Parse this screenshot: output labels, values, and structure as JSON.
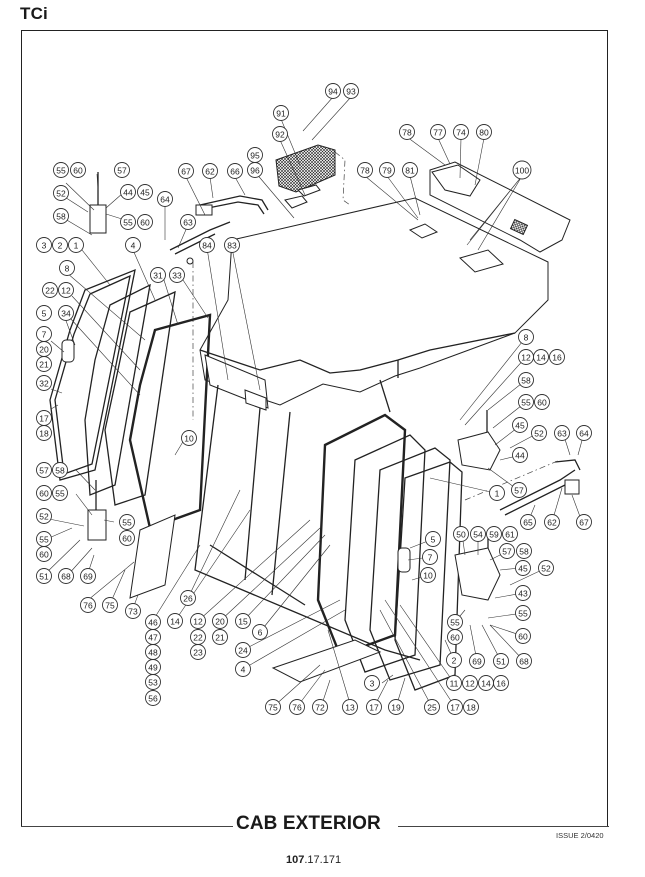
{
  "header": {
    "model": "TCi"
  },
  "footer": {
    "title": "CAB EXTERIOR",
    "issue": "ISSUE 2/0420",
    "page_number_bold": "107",
    "page_number_rest": ".17.171"
  },
  "diagram": {
    "subject": "Cab exterior exploded parts view",
    "callouts": [
      {
        "id": "c94",
        "label": "94"
      },
      {
        "id": "c93",
        "label": "93"
      },
      {
        "id": "c91",
        "label": "91"
      },
      {
        "id": "c92",
        "label": "92"
      },
      {
        "id": "c95",
        "label": "95"
      },
      {
        "id": "c96",
        "label": "96"
      },
      {
        "id": "c67a",
        "label": "67"
      },
      {
        "id": "c62a",
        "label": "62"
      },
      {
        "id": "c66",
        "label": "66"
      },
      {
        "id": "c64a",
        "label": "64"
      },
      {
        "id": "c63a",
        "label": "63"
      },
      {
        "id": "c84",
        "label": "84"
      },
      {
        "id": "c83",
        "label": "83"
      },
      {
        "id": "c78a",
        "label": "78"
      },
      {
        "id": "c77",
        "label": "77"
      },
      {
        "id": "c74",
        "label": "74"
      },
      {
        "id": "c80",
        "label": "80"
      },
      {
        "id": "c78b",
        "label": "78"
      },
      {
        "id": "c79",
        "label": "79"
      },
      {
        "id": "c81",
        "label": "81"
      },
      {
        "id": "c100",
        "label": "100"
      },
      {
        "id": "c55a",
        "label": "55"
      },
      {
        "id": "c60a",
        "label": "60"
      },
      {
        "id": "c57a",
        "label": "57"
      },
      {
        "id": "c52a",
        "label": "52"
      },
      {
        "id": "c44a",
        "label": "44"
      },
      {
        "id": "c45a",
        "label": "45"
      },
      {
        "id": "c58a",
        "label": "58"
      },
      {
        "id": "c55b",
        "label": "55"
      },
      {
        "id": "c60b",
        "label": "60"
      },
      {
        "id": "c3a",
        "label": "3"
      },
      {
        "id": "c2a",
        "label": "2"
      },
      {
        "id": "c1a",
        "label": "1"
      },
      {
        "id": "c4a",
        "label": "4"
      },
      {
        "id": "c8a",
        "label": "8"
      },
      {
        "id": "c31",
        "label": "31"
      },
      {
        "id": "c33",
        "label": "33"
      },
      {
        "id": "c22a",
        "label": "22"
      },
      {
        "id": "c12a",
        "label": "12"
      },
      {
        "id": "c5a",
        "label": "5"
      },
      {
        "id": "c34",
        "label": "34"
      },
      {
        "id": "c7a",
        "label": "7"
      },
      {
        "id": "c20a",
        "label": "20"
      },
      {
        "id": "c21a",
        "label": "21"
      },
      {
        "id": "c32",
        "label": "32"
      },
      {
        "id": "c17a",
        "label": "17"
      },
      {
        "id": "c18a",
        "label": "18"
      },
      {
        "id": "c10a",
        "label": "10"
      },
      {
        "id": "c57b",
        "label": "57"
      },
      {
        "id": "c58b",
        "label": "58"
      },
      {
        "id": "c60c",
        "label": "60"
      },
      {
        "id": "c55c",
        "label": "55"
      },
      {
        "id": "c52b",
        "label": "52"
      },
      {
        "id": "c55d",
        "label": "55"
      },
      {
        "id": "c60d",
        "label": "60"
      },
      {
        "id": "c55e",
        "label": "55"
      },
      {
        "id": "c60e",
        "label": "60"
      },
      {
        "id": "c51a",
        "label": "51"
      },
      {
        "id": "c68a",
        "label": "68"
      },
      {
        "id": "c69a",
        "label": "69"
      },
      {
        "id": "c76a",
        "label": "76"
      },
      {
        "id": "c75a",
        "label": "75"
      },
      {
        "id": "c73",
        "label": "73"
      },
      {
        "id": "c46",
        "label": "46"
      },
      {
        "id": "c47",
        "label": "47"
      },
      {
        "id": "c48",
        "label": "48"
      },
      {
        "id": "c49",
        "label": "49"
      },
      {
        "id": "c53",
        "label": "53"
      },
      {
        "id": "c56",
        "label": "56"
      },
      {
        "id": "c26",
        "label": "26"
      },
      {
        "id": "c14a",
        "label": "14"
      },
      {
        "id": "c12b",
        "label": "12"
      },
      {
        "id": "c22b",
        "label": "22"
      },
      {
        "id": "c23",
        "label": "23"
      },
      {
        "id": "c20b",
        "label": "20"
      },
      {
        "id": "c21b",
        "label": "21"
      },
      {
        "id": "c15",
        "label": "15"
      },
      {
        "id": "c6",
        "label": "6"
      },
      {
        "id": "c24",
        "label": "24"
      },
      {
        "id": "c4b",
        "label": "4"
      },
      {
        "id": "c75b",
        "label": "75"
      },
      {
        "id": "c76b",
        "label": "76"
      },
      {
        "id": "c72",
        "label": "72"
      },
      {
        "id": "c13",
        "label": "13"
      },
      {
        "id": "c17b",
        "label": "17"
      },
      {
        "id": "c19",
        "label": "19"
      },
      {
        "id": "c3b",
        "label": "3"
      },
      {
        "id": "c25",
        "label": "25"
      },
      {
        "id": "c17c",
        "label": "17"
      },
      {
        "id": "c18b",
        "label": "18"
      },
      {
        "id": "c11",
        "label": "11"
      },
      {
        "id": "c12c",
        "label": "12"
      },
      {
        "id": "c14b",
        "label": "14"
      },
      {
        "id": "c16a",
        "label": "16"
      },
      {
        "id": "c2b",
        "label": "2"
      },
      {
        "id": "c8b",
        "label": "8"
      },
      {
        "id": "c12d",
        "label": "12"
      },
      {
        "id": "c14c",
        "label": "14"
      },
      {
        "id": "c16b",
        "label": "16"
      },
      {
        "id": "c58c",
        "label": "58"
      },
      {
        "id": "c55f",
        "label": "55"
      },
      {
        "id": "c60f",
        "label": "60"
      },
      {
        "id": "c45b",
        "label": "45"
      },
      {
        "id": "c52c",
        "label": "52"
      },
      {
        "id": "c44b",
        "label": "44"
      },
      {
        "id": "c1b",
        "label": "1"
      },
      {
        "id": "c57c",
        "label": "57"
      },
      {
        "id": "c63b",
        "label": "63"
      },
      {
        "id": "c64b",
        "label": "64"
      },
      {
        "id": "c65",
        "label": "65"
      },
      {
        "id": "c62b",
        "label": "62"
      },
      {
        "id": "c67b",
        "label": "67"
      },
      {
        "id": "c50",
        "label": "50"
      },
      {
        "id": "c54",
        "label": "54"
      },
      {
        "id": "c59",
        "label": "59"
      },
      {
        "id": "c61",
        "label": "61"
      },
      {
        "id": "c57d",
        "label": "57"
      },
      {
        "id": "c58d",
        "label": "58"
      },
      {
        "id": "c5b",
        "label": "5"
      },
      {
        "id": "c7b",
        "label": "7"
      },
      {
        "id": "c10b",
        "label": "10"
      },
      {
        "id": "c45c",
        "label": "45"
      },
      {
        "id": "c52d",
        "label": "52"
      },
      {
        "id": "c43",
        "label": "43"
      },
      {
        "id": "c55g",
        "label": "55"
      },
      {
        "id": "c60g",
        "label": "60"
      },
      {
        "id": "c55h",
        "label": "55"
      },
      {
        "id": "c60h",
        "label": "60"
      },
      {
        "id": "c69b",
        "label": "69"
      },
      {
        "id": "c51b",
        "label": "51"
      },
      {
        "id": "c68b",
        "label": "68"
      }
    ]
  }
}
